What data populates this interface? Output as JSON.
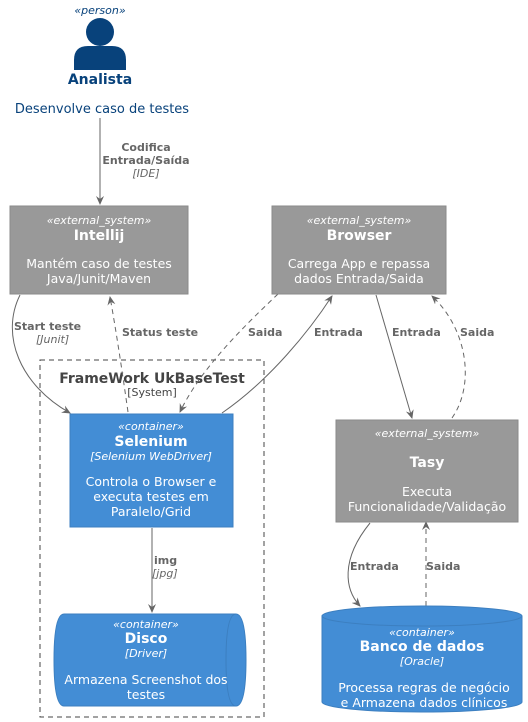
{
  "colors": {
    "person": "#08427B",
    "external": "#999999",
    "container": "#438DD5",
    "line": "#666666",
    "boundary": "#444444"
  },
  "person": {
    "stereotype": "«person»",
    "name": "Analista",
    "description": "Desenvolve caso de testes"
  },
  "intellij": {
    "stereotype": "«external_system»",
    "name": "Intellij",
    "desc1": "Mantém caso de testes",
    "desc2": "Java/Junit/Maven"
  },
  "browser": {
    "stereotype": "«external_system»",
    "name": "Browser",
    "desc1": "Carrega App e repassa",
    "desc2": "dados Entrada/Saida"
  },
  "tasy": {
    "stereotype": "«external_system»",
    "name": "Tasy",
    "desc1": "Executa",
    "desc2": "Funcionalidade/Validação"
  },
  "framework": {
    "name": "FrameWork UkBaseTest",
    "type": "[System]"
  },
  "selenium": {
    "stereotype": "«container»",
    "name": "Selenium",
    "tech": "[Selenium WebDriver]",
    "desc1": "Controla o Browser e",
    "desc2": "executa testes em",
    "desc3": "Paralelo/Grid"
  },
  "disco": {
    "stereotype": "«container»",
    "name": "Disco",
    "tech": "[Driver]",
    "desc1": "Armazena Screenshot dos",
    "desc2": "testes"
  },
  "banco": {
    "stereotype": "«container»",
    "name": "Banco de dados",
    "tech": "[Oracle]",
    "desc1": "Processa regras de negócio",
    "desc2": "e Armazena dados clínicos"
  },
  "edges": {
    "codifica1": "Codifica",
    "codifica2": "Entrada/Saída",
    "codifica_tech": "[IDE]",
    "start_teste": "Start teste",
    "start_tech": "[Junit]",
    "status_teste": "Status teste",
    "saida_browser_selenium": "Saida",
    "entrada_selenium_browser": "Entrada",
    "entrada_browser_tasy": "Entrada",
    "saida_tasy_browser": "Saida",
    "img": "img",
    "img_tech": "[jpg]",
    "entrada_tasy_banco": "Entrada",
    "saida_banco_tasy": "Saida"
  }
}
